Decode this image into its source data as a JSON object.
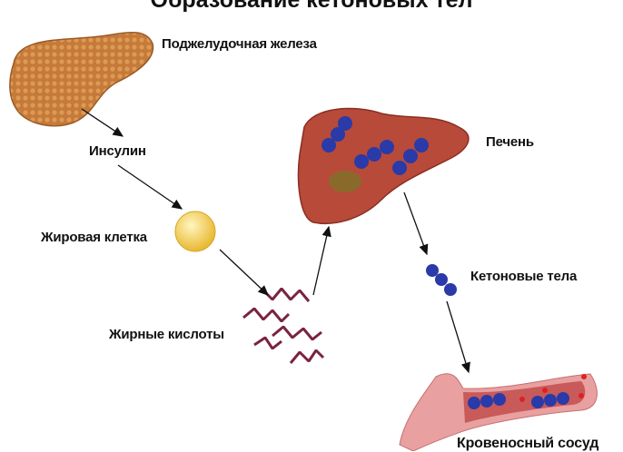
{
  "title": "Образование кетоновых тел",
  "labels": {
    "pancreas": "Поджелудочная железа",
    "insulin": "Инсулин",
    "fat_cell": "Жировая клетка",
    "fatty_acids": "Жирные кислоты",
    "liver": "Печень",
    "ketone_bodies": "Кетоновые тела",
    "blood_vessel": "Кровеносный сосуд"
  },
  "colors": {
    "pancreas": "#c8803f",
    "fat_cell": "#f2d35a",
    "fatty_acids": "#7a2340",
    "liver": "#b84a3a",
    "ketone": "#2a3aa8",
    "vessel": "#e8a0a0",
    "blood_cell": "#e02020"
  }
}
